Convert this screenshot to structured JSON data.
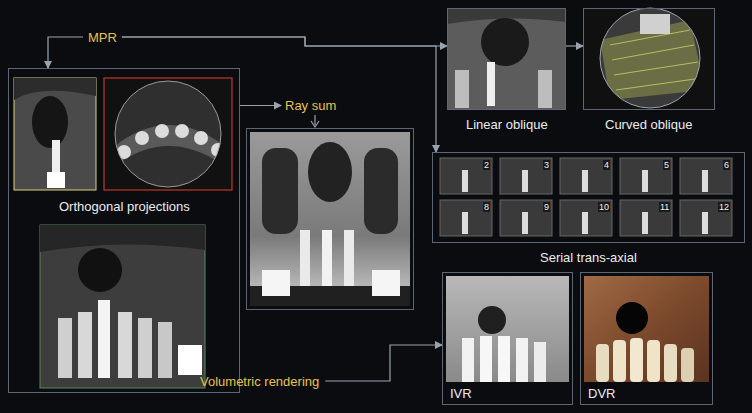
{
  "diagram": {
    "nodes": [
      {
        "text": [
          "MPR"
        ]
      },
      {
        "text": [
          "Orthogonal projections"
        ]
      },
      {
        "text": [
          "Ray sum"
        ]
      },
      {
        "text": [
          "Linear oblique"
        ]
      },
      {
        "text": [
          "Curved oblique"
        ]
      },
      {
        "text": [
          "Serial trans-axial"
        ]
      },
      {
        "text": [
          "Volumetric rendering"
        ]
      },
      {
        "text": [
          "IVR"
        ]
      },
      {
        "text": [
          "DVR"
        ]
      }
    ],
    "edges": [
      {
        "from": 0,
        "to": 1,
        "arrow": "to"
      },
      {
        "from": 0,
        "to": 3,
        "arrow": "to"
      },
      {
        "from": 0,
        "to": 5,
        "arrow": "to"
      },
      {
        "from": 3,
        "to": 4,
        "arrow": "to"
      },
      {
        "from": 1,
        "to": 2,
        "arrow": "to"
      },
      {
        "from": 6,
        "to": 7,
        "arrow": "to"
      }
    ],
    "labels": [
      "2",
      "3",
      "4",
      "5",
      "6",
      "8",
      "9",
      "10",
      "11",
      "12"
    ]
  }
}
